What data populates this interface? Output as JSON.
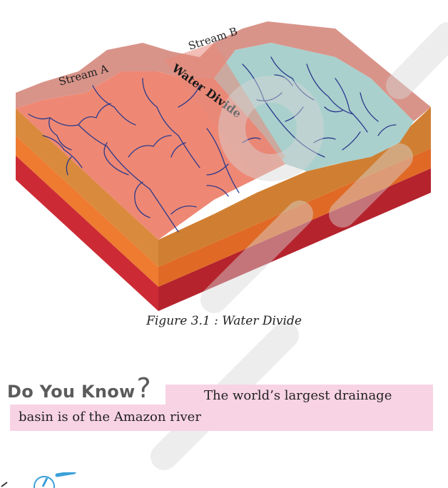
{
  "figure": {
    "labels": {
      "stream_a": "Stream A",
      "stream_b": "Stream B",
      "water_divide": "Water Divide"
    },
    "caption": "Figure 3.1 : Water Divide",
    "colors": {
      "basin_a": "#ee8874",
      "basin_b": "#a9d0cd",
      "ridge_top": "#d9948a",
      "layer_tan": "#d98a3c",
      "layer_orange": "#ee7b30",
      "layer_red": "#cc2b35",
      "river": "#2c3a8c"
    }
  },
  "do_you_know": {
    "title": "Do You Know",
    "question_mark": "?",
    "line1": "The world’s largest drainage",
    "line2": "basin is of the Amazon river",
    "band_color": "#f8d3e3"
  },
  "icons": {
    "corner": "pencil-icon"
  }
}
